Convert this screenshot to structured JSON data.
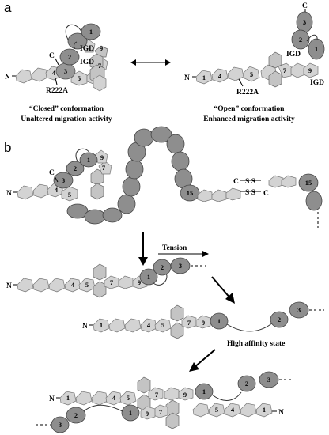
{
  "panels": {
    "a": "a",
    "b": "b"
  },
  "labels": {
    "n": "N",
    "c": "C",
    "igd": "IGD",
    "r222a": "R222A",
    "ss": "S S",
    "tension": "Tension",
    "high_affinity": "High affinity state"
  },
  "captions": {
    "closed_1": "“Closed” conformation",
    "closed_2": "Unaltered migration activity",
    "open_1": "“Open” conformation",
    "open_2": "Enhanced migration activity"
  },
  "module_numbers": {
    "m1": "1",
    "m2": "2",
    "m3": "3",
    "m4": "4",
    "m5": "5",
    "m7": "7",
    "m9": "9",
    "m15": "15"
  },
  "colors": {
    "fn3_module": "#d3d3d3",
    "fn1_module": "#8e8e8e",
    "outline": "#555555"
  }
}
